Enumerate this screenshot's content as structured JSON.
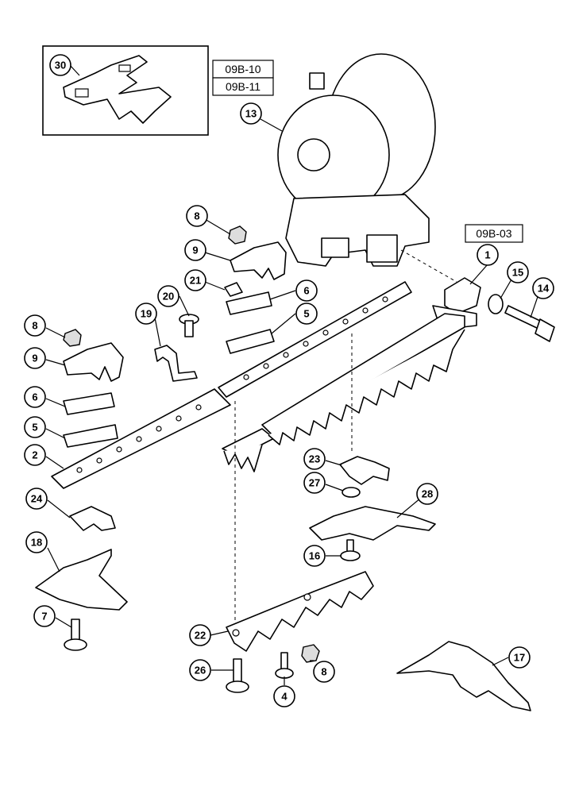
{
  "references": {
    "ref_09b10": "09B-10",
    "ref_09b11": "09B-11",
    "ref_09b03": "09B-03"
  },
  "callouts": {
    "c30": "30",
    "c13": "13",
    "c8a": "8",
    "c9a": "9",
    "c21": "21",
    "c20": "20",
    "c6a": "6",
    "c5a": "5",
    "c19": "19",
    "c8b": "8",
    "c9b": "9",
    "c6b": "6",
    "c5b": "5",
    "c2": "2",
    "c1": "1",
    "c15": "15",
    "c14": "14",
    "c23": "23",
    "c27": "27",
    "c28": "28",
    "c24": "24",
    "c18": "18",
    "c16": "16",
    "c7": "7",
    "c22": "22",
    "c26": "26",
    "c4": "4",
    "c8c": "8",
    "c17": "17"
  }
}
